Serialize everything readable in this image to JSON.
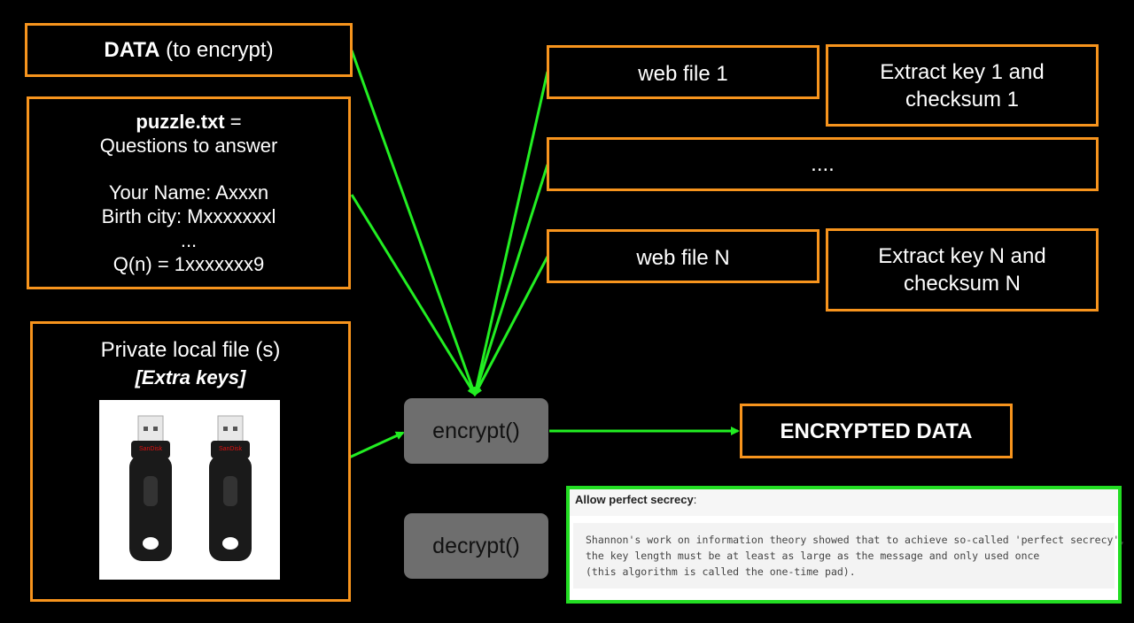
{
  "data_box": {
    "bold": "DATA",
    "rest": " (to encrypt)"
  },
  "puzzle": {
    "filename": "puzzle.txt",
    "after_filename": " =",
    "line2": "Questions to answer",
    "line3": "Your Name: Axxxn",
    "line4": "Birth city: Mxxxxxxxl",
    "line5": "...",
    "line6": "Q(n) = 1xxxxxxx9"
  },
  "private": {
    "title": "Private local file (s)",
    "subtitle": "[Extra keys]",
    "brand": "SanDisk"
  },
  "web_files": [
    {
      "label": "web file 1",
      "extract_line1": "Extract key 1 and",
      "extract_line2": "checksum 1"
    },
    {
      "label": "web file N",
      "extract_line1": "Extract key N and",
      "extract_line2": "checksum N"
    }
  ],
  "ellipsis": "....",
  "encrypt_label": "encrypt()",
  "decrypt_label": "decrypt()",
  "encrypted_label": "ENCRYPTED DATA",
  "secrecy": {
    "heading": "Allow perfect secrecy",
    "colon": ":",
    "body_line1": "Shannon's work on information theory showed that to achieve so-called 'perfect secrecy',",
    "body_line2": "the key length must be at least as large as the message and only used once",
    "body_line3": "(this algorithm is called the one-time pad)."
  },
  "colors": {
    "box_border": "#f7941d",
    "arrow": "#22ee22",
    "button": "#6e6e6e",
    "background": "#000000"
  }
}
